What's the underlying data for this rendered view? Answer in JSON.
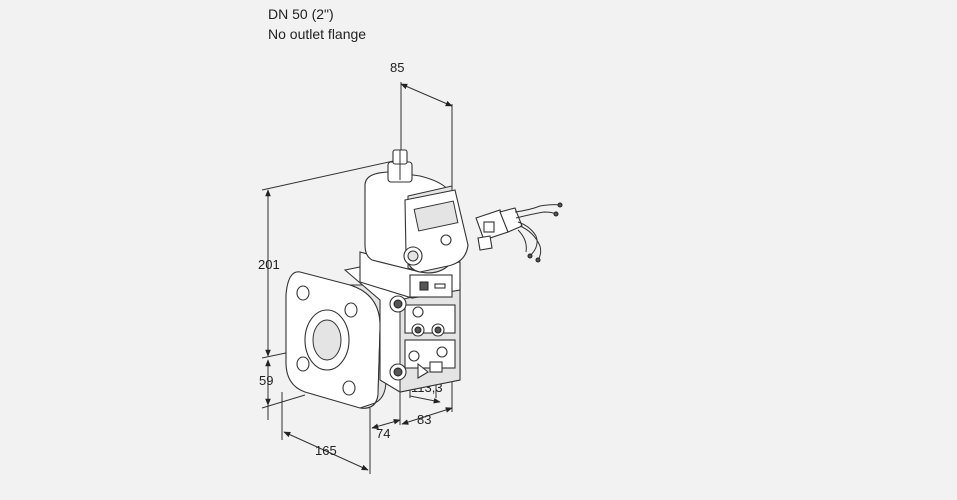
{
  "header": {
    "nominal_size": "DN 50 (2\")",
    "variant": "No outlet flange"
  },
  "dimensions": {
    "top_width": "85",
    "height_total": "201",
    "height_lower": "59",
    "offset_right": "113,3",
    "depth_right": "83",
    "depth_left": "74",
    "flange_width": "165"
  }
}
